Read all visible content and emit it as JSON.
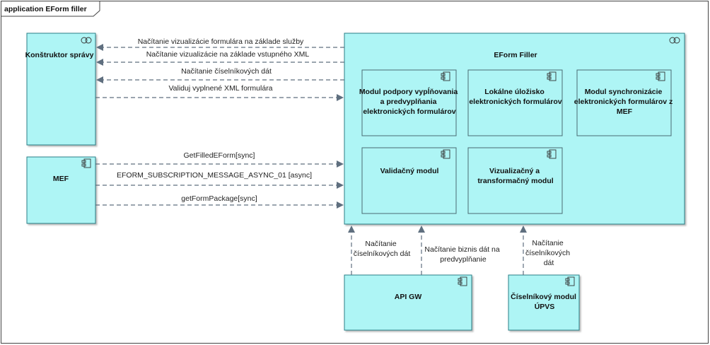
{
  "diagram": {
    "title": "application EForm filler",
    "components": {
      "konstruktor": "Konštruktor správy",
      "mef": "MEF",
      "eform_filler": "EForm Filler",
      "modul_podpory": [
        "Modul podpory vypĺňovania",
        "a predvyplňania",
        "elektronických formulárov"
      ],
      "lokalne_ulozisko": [
        "Lokálne úložisko",
        "elektronických formulárov"
      ],
      "modul_synchronizacie": [
        "Modul synchronizácie",
        "elektronických formulárov z",
        "MEF"
      ],
      "validacny_modul": "Validačný modul",
      "vizualizacny_modul": [
        "Vizualizačný a",
        "transformačný modul"
      ],
      "api_gw": "API GW",
      "ciselnikovy_modul": [
        "Číselníkový modul",
        "ÚPVS"
      ]
    },
    "flows": {
      "f1": "Načítanie vizualizácie formulára na základe služby",
      "f2": "Načítanie vizualizácie na základe vstupného XML",
      "f3": "Načítanie číselníkových dát",
      "f4": "Validuj vyplnené XML formulára",
      "f5": "GetFilledEForm[sync]",
      "f6": "EFORM_SUBSCRIPTION_MESSAGE_ASYNC_01 [async]",
      "f7": "getFormPackage[sync]",
      "f8": [
        "Načítanie",
        "číselníkových dát"
      ],
      "f9": [
        "Načítanie biznis dát na",
        "predvyplňanie"
      ],
      "f10": [
        "Načítanie",
        "číselníkových",
        "dát"
      ]
    }
  }
}
